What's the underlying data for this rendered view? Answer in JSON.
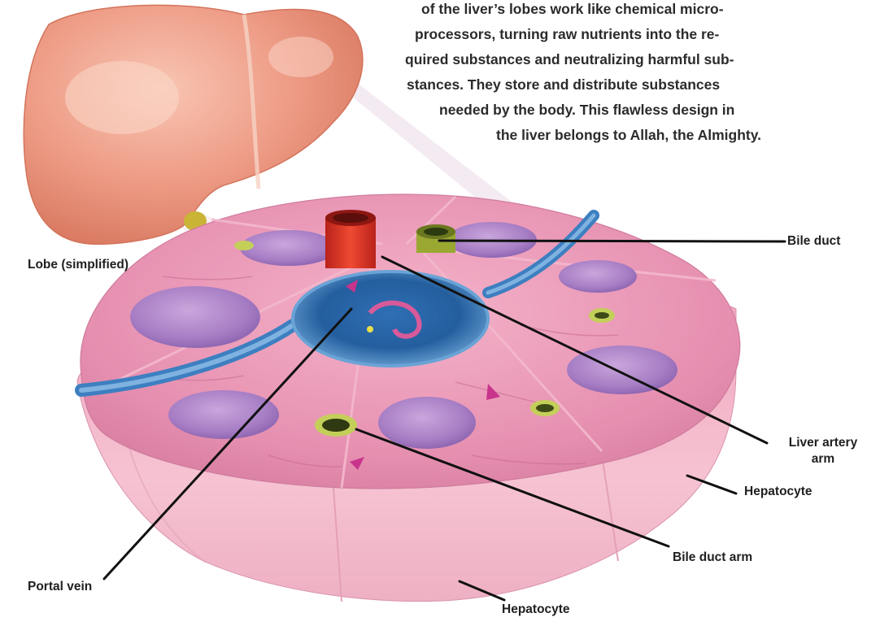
{
  "caption": {
    "lines": [
      "of the liver’s lobes work like chemical micro-",
      "processors, turning raw nutrients into the re-",
      "quired substances and neutralizing harmful sub-",
      "stances. They store and distribute substances",
      "needed by the body. This flawless design in",
      "the liver belongs to Allah, the Almighty."
    ]
  },
  "labels": {
    "lobe": "Lobe (simplified)",
    "bile_duct": "Bile duct",
    "liver_artery_line1": "Liver artery",
    "liver_artery_line2": "arm",
    "hepatocyte_right": "Hepatocyte",
    "portal_vein": "Portal vein",
    "bile_duct_arm": "Bile duct arm",
    "hepatocyte_bottom": "Hepatocyte"
  },
  "colors": {
    "tissue": "#e98fb0",
    "tissue_side": "#f1b4c7",
    "liver": "#f0a08a",
    "vein": "#3f86c4",
    "artery": "#d9382a",
    "bile": "#8f9a2c",
    "nucleus": "#a67bc4"
  }
}
